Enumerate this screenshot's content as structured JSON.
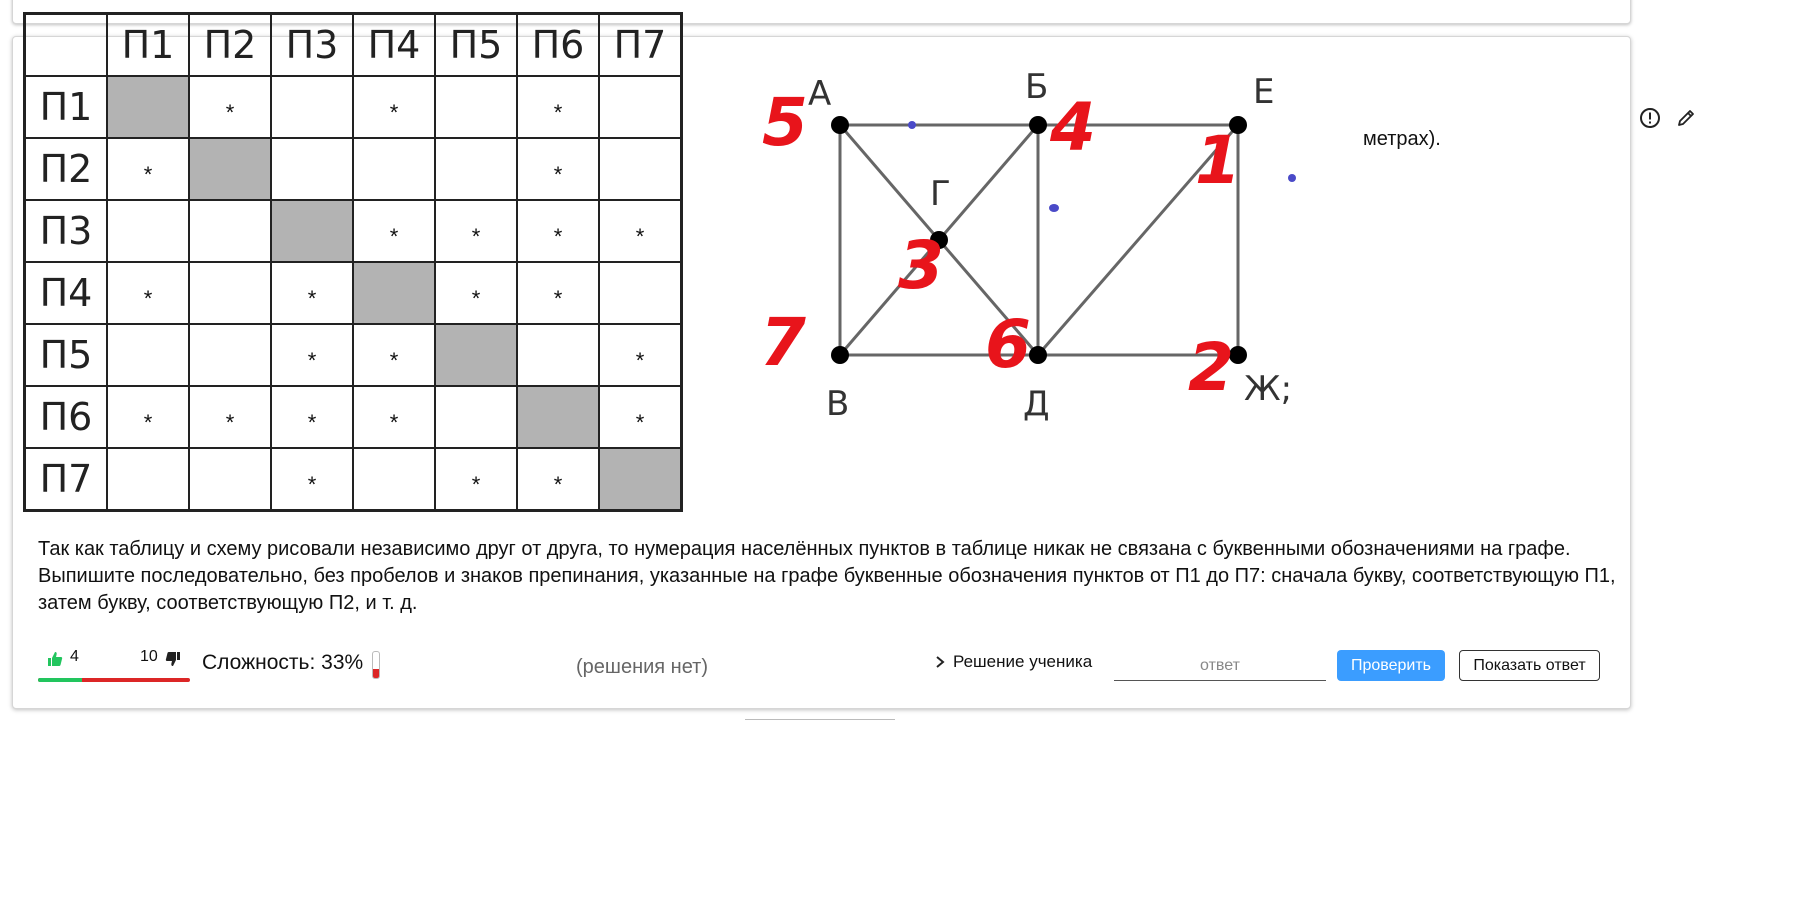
{
  "header": {
    "partial_text": "метрах).",
    "report_icon": "exclamation-circle-icon",
    "edit_icon": "pencil-icon"
  },
  "table": {
    "col_headers": [
      "П1",
      "П2",
      "П3",
      "П4",
      "П5",
      "П6",
      "П7"
    ],
    "row_headers": [
      "П1",
      "П2",
      "П3",
      "П4",
      "П5",
      "П6",
      "П7"
    ],
    "mark": "*",
    "cells": [
      [
        "diag",
        "*",
        "",
        "*",
        "",
        "*",
        ""
      ],
      [
        "*",
        "diag",
        "",
        "",
        "",
        "*",
        ""
      ],
      [
        "",
        "",
        "diag",
        "*",
        "*",
        "*",
        "*"
      ],
      [
        "*",
        "",
        "*",
        "diag",
        "*",
        "*",
        ""
      ],
      [
        "",
        "",
        "*",
        "*",
        "diag",
        "",
        "*"
      ],
      [
        "*",
        "*",
        "*",
        "*",
        "",
        "diag",
        "*"
      ],
      [
        "",
        "",
        "*",
        "",
        "*",
        "*",
        "diag"
      ]
    ]
  },
  "graph": {
    "node_labels": {
      "A": "А",
      "B": "Б",
      "E": "Е",
      "G": "Г",
      "V": "В",
      "D": "Д",
      "Zh": "Ж;"
    },
    "red_annotations": [
      "5",
      "4",
      "1",
      "3",
      "7",
      "6",
      "2"
    ],
    "annotation_color": "#e8141b",
    "dot_color": "#4a4ac8"
  },
  "question": {
    "text": "Так как таблицу и схему рисовали независимо друг от друга, то нумерация населённых пунктов в таблице никак не связана с буквенными обозначениями на графе. Выпишите последовательно, без пробелов и знаков препинания, указанные на графе буквенные обозначения пунктов от П1 до П7: сначала букву, соответствующую П1, затем букву, соответствующую П2, и т. д."
  },
  "footer": {
    "likes": "4",
    "dislikes": "10",
    "like_fraction": 0.29,
    "difficulty_label": "Сложность: 33%",
    "difficulty_percent": 33,
    "solutions_label": "(решения нет)",
    "student_solution_label": "Решение ученика",
    "answer_placeholder": "ответ",
    "check_button": "Проверить",
    "show_answer_button": "Показать ответ",
    "like_color": "#22c55e",
    "dislike_color": "#dc2626",
    "check_color": "#3b9dff"
  }
}
